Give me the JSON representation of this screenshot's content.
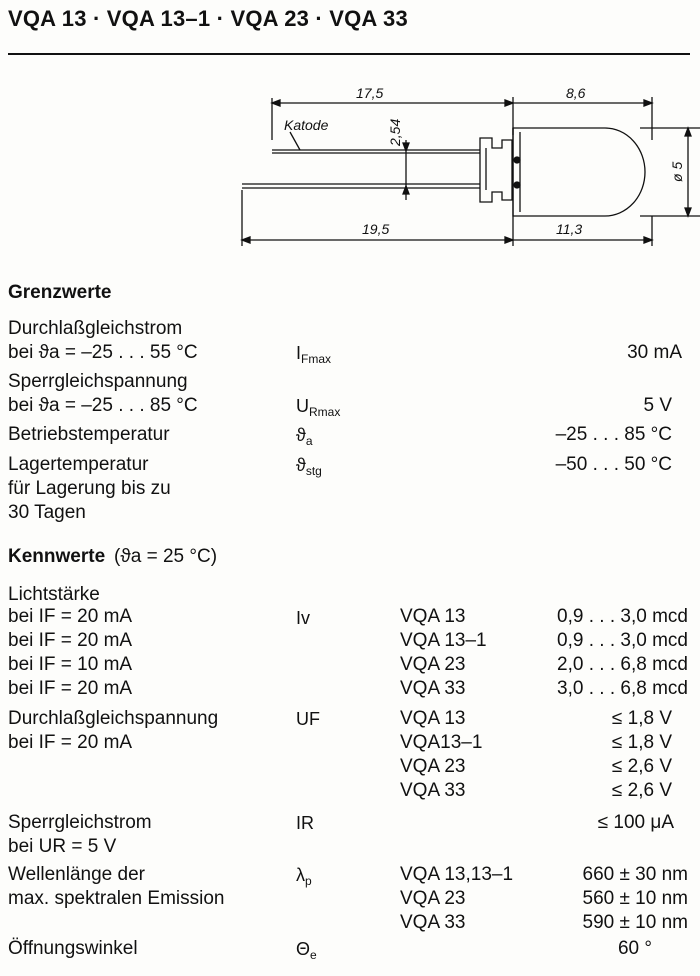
{
  "title": "VQA 13 · VQA 13–1 · VQA 23 · VQA 33",
  "drawing": {
    "dim_top_left": "17,5",
    "dim_top_right": "8,6",
    "dim_pitch": "2,54",
    "dim_diameter": "ø 5",
    "dim_bottom_left": "19,5",
    "dim_bottom_right": "11,3",
    "label_cathode": "Katode"
  },
  "grenz": {
    "heading": "Grenzwerte",
    "rows": [
      {
        "l1": "Durchlaßgleichstrom",
        "l2": "bei ϑa = –25 . . . 55 °C",
        "sym": "I",
        "sub": "Fmax",
        "val": "30  mA"
      },
      {
        "l1": "Sperrgleichspannung",
        "l2": "bei ϑa = –25 . . . 85 °C",
        "sym": "U",
        "sub": "Rmax",
        "val": "5  V"
      },
      {
        "l1": "Betriebstemperatur",
        "sym": "ϑ",
        "sub": "a",
        "val": "–25 . . . 85  °C"
      },
      {
        "l1": "Lagertemperatur",
        "l2": "für Lagerung bis zu",
        "l3": "30 Tagen",
        "sym": "ϑ",
        "sub": "stg",
        "val": "–50 . . . 50  °C"
      }
    ]
  },
  "kenn": {
    "heading": "Kennwerte",
    "heading_cond": "(ϑa = 25 °C)",
    "lichtstaerke": {
      "label": "Lichtstärke",
      "sym": "Iv",
      "rows": [
        {
          "cond": "bei IF = 20 mA",
          "type": "VQA 13",
          "val": "0,9 . . . 3,0  mcd"
        },
        {
          "cond": "bei IF = 20 mA",
          "type": "VQA 13–1",
          "val": "0,9 . . . 3,0  mcd"
        },
        {
          "cond": "bei IF = 10 mA",
          "type": "VQA 23",
          "val": "2,0 . . . 6,8  mcd"
        },
        {
          "cond": "bei IF = 20 mA",
          "type": "VQA 33",
          "val": "3,0 . . . 6,8  mcd"
        }
      ]
    },
    "durchlass": {
      "label": "Durchlaßgleichspannung",
      "cond": "bei IF = 20 mA",
      "sym": "UF",
      "rows": [
        {
          "type": "VQA 13",
          "val": "≤ 1,8  V"
        },
        {
          "type": "VQA13–1",
          "val": "≤ 1,8  V"
        },
        {
          "type": "VQA 23",
          "val": "≤ 2,6  V"
        },
        {
          "type": "VQA 33",
          "val": "≤ 2,6  V"
        }
      ]
    },
    "sperr": {
      "label": "Sperrgleichstrom",
      "cond": "bei UR = 5 V",
      "sym": "IR",
      "val": "≤ 100  μA"
    },
    "wellen": {
      "label1": "Wellenlänge der",
      "label2": "max. spektralen Emission",
      "sym": "λ",
      "sub": "p",
      "rows": [
        {
          "type": "VQA 13,13–1",
          "val": "660 ± 30  nm"
        },
        {
          "type": "VQA 23",
          "val": "560 ± 10  nm"
        },
        {
          "type": "VQA 33",
          "val": "590 ± 10  nm"
        }
      ]
    },
    "winkel": {
      "label": "Öffnungswinkel",
      "sym": "Θ",
      "sub": "e",
      "val": "60  °"
    }
  }
}
